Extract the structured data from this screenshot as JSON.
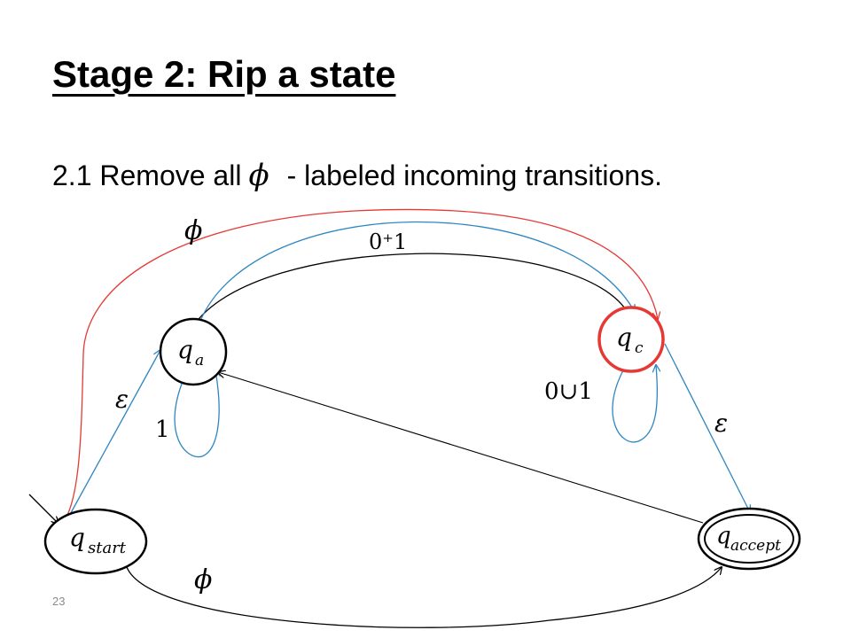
{
  "slide": {
    "title": "Stage 2: Rip a state",
    "bullet_prefix": "2.1 Remove all",
    "bullet_symbol": "ϕ",
    "bullet_suffix": "- labeled incoming transitions.",
    "page_number": "23"
  },
  "diagram": {
    "states": [
      {
        "id": "q_start",
        "symbol": "q",
        "subscript": "start",
        "start": true,
        "accept": false,
        "highlighted": false
      },
      {
        "id": "q_a",
        "symbol": "q",
        "subscript": "a",
        "start": false,
        "accept": false,
        "highlighted": false
      },
      {
        "id": "q_c",
        "symbol": "q",
        "subscript": "c",
        "start": false,
        "accept": false,
        "highlighted": true
      },
      {
        "id": "q_accept",
        "symbol": "q",
        "subscript": "accept",
        "start": false,
        "accept": true,
        "highlighted": false
      }
    ],
    "transitions": [
      {
        "from": "q_start",
        "to": "q_c",
        "label": "ϕ",
        "color": "#e53935"
      },
      {
        "from": "q_c",
        "to": "q_a",
        "label": "0⁺1",
        "color": "#000000"
      },
      {
        "from": "q_a",
        "to": "q_c",
        "label": "",
        "color": "#2e86c1"
      },
      {
        "from": "q_start",
        "to": "q_a",
        "label": "ε",
        "color": "#2e86c1"
      },
      {
        "from": "q_a",
        "to": "q_a",
        "label": "1",
        "color": "#2e86c1"
      },
      {
        "from": "q_c",
        "to": "q_c",
        "label": "0∪1",
        "color": "#2e86c1"
      },
      {
        "from": "q_c",
        "to": "q_accept",
        "label": "ε",
        "color": "#2e86c1"
      },
      {
        "from": "q_accept",
        "to": "q_a",
        "label": "",
        "color": "#000000"
      },
      {
        "from": "q_start",
        "to": "q_accept",
        "label": "ϕ",
        "color": "#000000"
      }
    ],
    "colors": {
      "removed_edge": "#e53935",
      "highlight_state": "#e53935",
      "blue_edge": "#2e86c1",
      "black_edge": "#000000"
    }
  }
}
